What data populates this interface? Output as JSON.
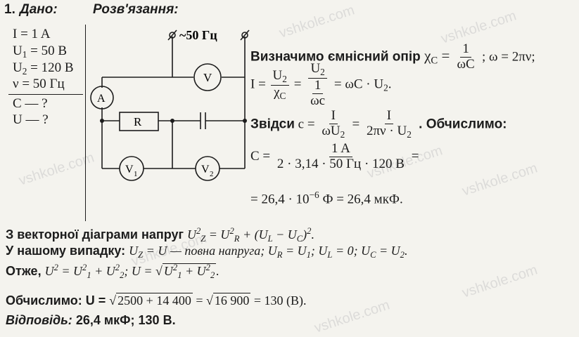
{
  "header": {
    "problem_number": "1.",
    "given_label": "Дано:",
    "solution_label": "Розв'язання:"
  },
  "given": {
    "I": "I = 1 A",
    "U1": "U",
    "U1_sub": "1",
    "U1_val": " = 50 B",
    "U2": "U",
    "U2_sub": "2",
    "U2_val": " = 120 B",
    "nu": "ν = 50 Гц",
    "find_C": "C — ?",
    "find_U": "U — ?"
  },
  "circuit": {
    "source_label": "~50 Гц",
    "voltmeter": "V",
    "ammeter": "A",
    "resistor": "R",
    "v1": "V",
    "v1_sub": "1",
    "v2": "V",
    "v2_sub": "2"
  },
  "solution": {
    "line1_text": "Визначимо ємнісний опір",
    "chi_c": "χ",
    "chi_c_sub": "C",
    "line1_eq": " = ",
    "frac1_num": "1",
    "frac1_den": "ωC",
    "line1_omega": ";  ω = 2πν;",
    "line2_I": "I = ",
    "line2_frac1_num": "U",
    "line2_frac1_num_sub": "2",
    "line2_frac1_den": "χ",
    "line2_frac1_den_sub": "C",
    "line2_eq2": " = ",
    "line2_frac2_num": "U",
    "line2_frac2_num_sub": "2",
    "line2_frac2_den_num": "1",
    "line2_frac2_den_den": "ωc",
    "line2_tail": " = ωC · U",
    "line2_tail_sub": "2",
    "line2_dot": ".",
    "line3_text": "Звідси",
    "line3_c": " c = ",
    "line3_frac1_num": "I",
    "line3_frac1_den": "ωU",
    "line3_frac1_den_sub": "2",
    "line3_eq": " = ",
    "line3_frac2_num": "I",
    "line3_frac2_den": "2πν · U",
    "line3_frac2_den_sub": "2",
    "line3_tail": ". Обчислимо:",
    "line4_C": "C = ",
    "line4_num": "1 A",
    "line4_den": "2 · 3,14 · 50 Гц · 120 В",
    "line4_eq": " =",
    "line5": "= 26,4 · 10",
    "line5_exp": "−6",
    "line5_tail": " Ф = 26,4 мкФ."
  },
  "bottom": {
    "l1_text": "З векторної діаграми напруг ",
    "l1_formula_a": "U",
    "l1_formula_a_sub": "Z",
    "l1_formula_a_sup": "2",
    "l1_formula_b": " = U",
    "l1_formula_b_sub": "R",
    "l1_formula_b_sup": "2",
    "l1_formula_c": " + (U",
    "l1_formula_c_sub": "L",
    "l1_formula_d": " − U",
    "l1_formula_d_sub": "C",
    "l1_formula_e": ")",
    "l1_formula_e_sup": "2",
    "l1_dot": ".",
    "l2_text": "У нашому випадку: ",
    "l2_uz": "U",
    "l2_uz_sub": "Z",
    "l2_mid": " = U — повна напруга; U",
    "l2_ur_sub": "R",
    "l2_ur_eq": " = U",
    "l2_ur_eq_sub": "1",
    "l2_ul": "; U",
    "l2_ul_sub": "L",
    "l2_ul_eq": " = 0; U",
    "l2_uc_sub": "C",
    "l2_uc_eq": " = U",
    "l2_uc_eq_sub": "2",
    "l2_dot": ".",
    "l3_text": "Отже,  ",
    "l3_a": "U",
    "l3_a_sup": "2",
    "l3_b": " = U",
    "l3_b_sub": "1",
    "l3_b_sup": "2",
    "l3_c": " + U",
    "l3_c_sub": "2",
    "l3_c_sup": "2",
    "l3_d": ";  U = ",
    "l3_sqrt_a": "U",
    "l3_sqrt_a_sub": "1",
    "l3_sqrt_a_sup": "2",
    "l3_sqrt_b": " + U",
    "l3_sqrt_b_sub": "2",
    "l3_sqrt_b_sup": "2",
    "l3_dot": ".",
    "l4_text": "Обчислимо:  U = ",
    "l4_sqrt1": "2500 + 14 400",
    "l4_eq": " = ",
    "l4_sqrt2": "16 900",
    "l4_tail": " = 130 (В).",
    "l5_label": "Відповідь:",
    "l5_value": " 26,4 мкФ; 130 В."
  },
  "watermarks": [
    "vshkole.com",
    "vshkole.com",
    "vshkole.com",
    "vshkole.com",
    "vshkole.com",
    "vshkole.com",
    "vshkole.com",
    "vshkole.com"
  ]
}
